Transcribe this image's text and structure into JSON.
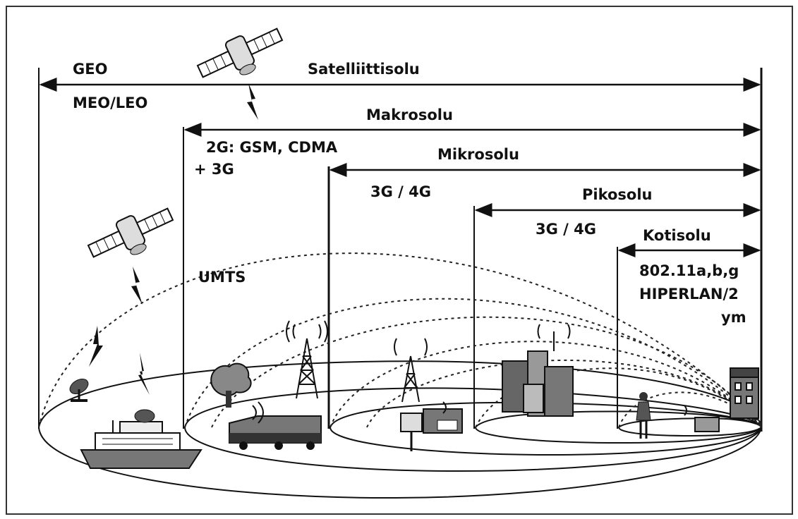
{
  "diagram": {
    "cells": [
      {
        "id": "satellite",
        "name": "Satelliittisolu",
        "tech": [
          "GEO",
          "MEO/LEO"
        ]
      },
      {
        "id": "macro",
        "name": "Makrosolu",
        "tech": [
          "2G: GSM, CDMA",
          "+ 3G"
        ]
      },
      {
        "id": "micro",
        "name": "Mikrosolu",
        "tech": [
          "3G / 4G"
        ]
      },
      {
        "id": "pico",
        "name": "Pikosolu",
        "tech": [
          "3G / 4G"
        ]
      },
      {
        "id": "home",
        "name": "Kotisolu",
        "tech": [
          "802.11a,b,g",
          "HIPERLAN/2",
          "ym"
        ]
      }
    ],
    "umts_label": "UMTS",
    "icons": [
      "satellite-icon",
      "dish-antenna-icon",
      "ship-icon",
      "tree-icon",
      "radio-tower-icon",
      "truck-icon",
      "car-icon",
      "payphone-icon",
      "city-buildings-icon",
      "person-icon",
      "house-icon",
      "laptop-icon",
      "lightning-signal-icon"
    ]
  }
}
